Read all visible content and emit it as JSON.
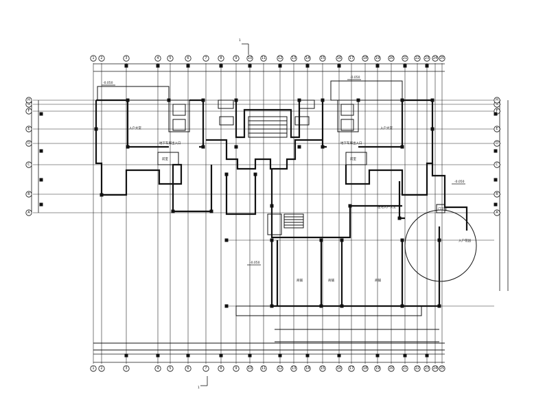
{
  "section_marker": "1",
  "axes_top": [
    "1",
    "2",
    "3",
    "4",
    "5",
    "6",
    "7",
    "8",
    "9",
    "10",
    "11",
    "12",
    "13",
    "14",
    "15",
    "16",
    "17",
    "18",
    "19",
    "20",
    "21",
    "22",
    "23",
    "24",
    "25"
  ],
  "axes_left": [
    "A",
    "B",
    "C",
    "D",
    "E",
    "F",
    "G",
    "H"
  ],
  "levels": [
    "-0.050",
    "-0.050",
    "-0.050",
    "-0.050"
  ],
  "rooms": [
    "入户大堂",
    "入户大堂",
    "前室",
    "前室",
    "住宅入户大堂",
    "地下车库出入口",
    "地下车库出入口",
    "商铺",
    "商铺",
    "商铺",
    "门卫室",
    "入户花园"
  ]
}
